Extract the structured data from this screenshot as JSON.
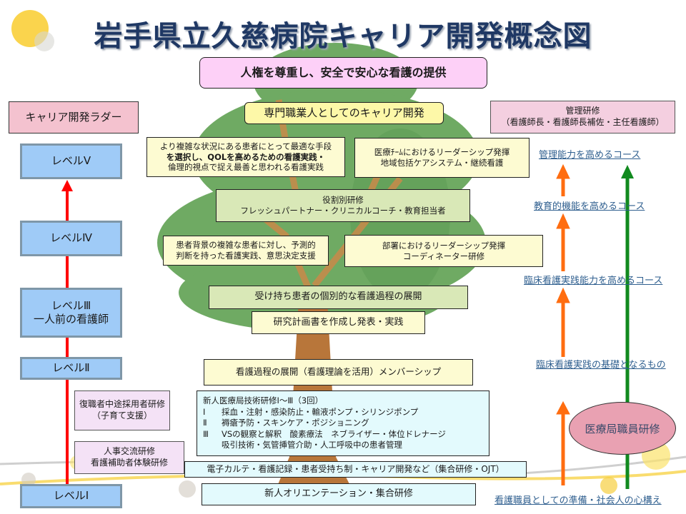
{
  "title": "岩手県立久慈病院キャリア開発概念図",
  "mission": "人権を尊重し、安全で安心な看護の提供",
  "career_dev": "専門職業人としてのキャリア開発",
  "ladder": {
    "title": "キャリア開発ラダー",
    "levels": [
      {
        "label": "レベルⅤ"
      },
      {
        "label": "レベルⅣ"
      },
      {
        "label": "レベルⅢ",
        "sub": "一人前の看護師"
      },
      {
        "label": "レベルⅡ"
      },
      {
        "label": "レベルⅠ"
      }
    ]
  },
  "boxes": {
    "lv5_left": [
      "より複雑な状況にある患者にとって最適な手段",
      "を選択し、QOLを高めるための看護実践・",
      "倫理的視点で捉え最善と思われる看護実践"
    ],
    "lv5_right": [
      "医療ﾁｰﾑにおけるリーダーシップ発揮",
      "地域包括ケアシステム・継続看護"
    ],
    "role_training": [
      "役割別研修",
      "フレッシュパートナー・クリニカルコーチ・教育担当者"
    ],
    "lv4_left": [
      "患者背景の複雑な患者に対し、予測的",
      "判断を持った看護実践、意思決定支援"
    ],
    "lv4_right": [
      "部署におけるリーダーシップ発揮",
      "コーディネーター研修"
    ],
    "lv3_a": "受け持ち患者の個別的な看護過程の展開",
    "lv3_b": "研究計画書を作成し発表・実践",
    "lv2": "看護過程の展開（看護理論を活用）メンバーシップ",
    "return_training": [
      "復職者中途採用者研修",
      "（子育て支援）"
    ],
    "exchange_training": [
      "人事交流研修",
      "看護補助者体験研修"
    ],
    "tech_training": {
      "header": "新人医療局技術研修Ⅰ～Ⅲ（3回）",
      "rows": [
        {
          "num": "Ⅰ",
          "text": "採血・注射・感染防止・輸液ポンプ・シリンジポンプ"
        },
        {
          "num": "Ⅱ",
          "text": "褥瘡予防・スキンケア・ポジショニング"
        },
        {
          "num": "Ⅲ",
          "text": "VSの観察と解釈　酸素療法　ネブライザー・体位ドレナージ"
        },
        {
          "num": "",
          "text": "吸引技術・気管挿管介助・人工呼吸中の患者管理"
        }
      ]
    },
    "ehr": "電子カルテ・看護記録・患者受持ち制・キャリア開発など（集合研修・OJT）",
    "orientation": "新人オリエンテーション・集合研修"
  },
  "management": {
    "title": "管理研修",
    "sub": "（看護師長・看護師長補佐・主任看護師）"
  },
  "courses": [
    "管理能力を高めるコース",
    "教育的機能を高めるコース",
    "臨床看護実践能力を高めるコース",
    "臨床看護実践の基礎となるもの",
    "看護職員としての準備・社会人の心構え"
  ],
  "staff_training": "医療局職員研修",
  "colors": {
    "title": "#1f3864",
    "ladder_arrow": "#ff0000",
    "orange_arrow": "#ff6d10",
    "green_arrow": "#118a1f",
    "level_box": "#9fcbf7",
    "tree": "#6faa63",
    "trunk": "#b8763a"
  }
}
